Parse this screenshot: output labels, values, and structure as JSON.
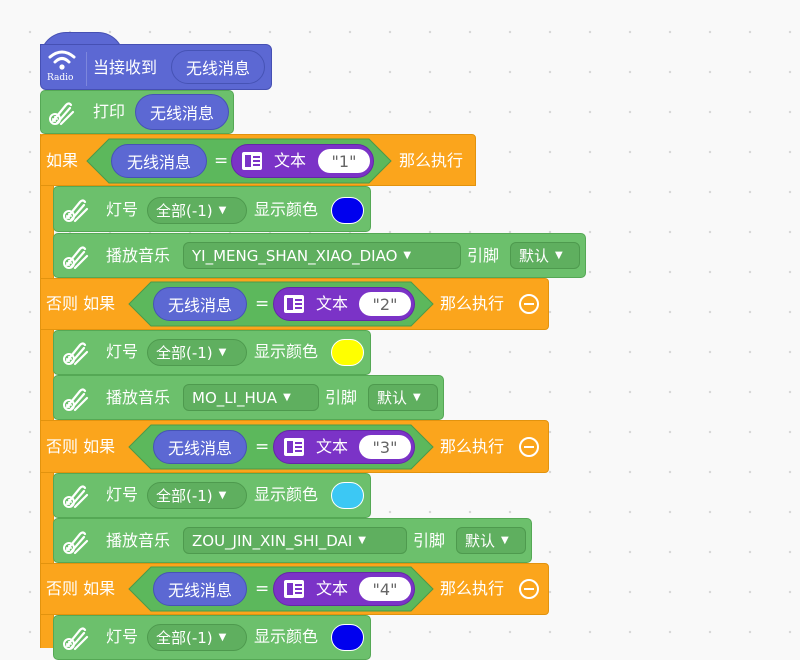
{
  "hat": {
    "icon": "wifi-icon",
    "icon_label": "Radio",
    "label": "当接收到",
    "var": "无线消息"
  },
  "print": {
    "label": "打印",
    "var": "无线消息"
  },
  "if_label": "如果",
  "else_if_label": "否则 如果",
  "then_label": "那么执行",
  "eq_symbol": "=",
  "text_label": "文本",
  "var": "无线消息",
  "light_label": "灯号",
  "light_option": "全部(-1)",
  "color_label": "显示颜色",
  "music_label": "播放音乐",
  "pin_label": "引脚",
  "pin_option": "默认",
  "branches": [
    {
      "value": "\"1\"",
      "color": "#0000ee",
      "song": "YI_MENG_SHAN_XIAO_DIAO"
    },
    {
      "value": "\"2\"",
      "color": "#ffff00",
      "song": "MO_LI_HUA"
    },
    {
      "value": "\"3\"",
      "color": "#3cc8f4",
      "song": "ZOU_JIN_XIN_SHI_DAI"
    },
    {
      "value": "\"4\"",
      "color": "#0000ee"
    }
  ]
}
